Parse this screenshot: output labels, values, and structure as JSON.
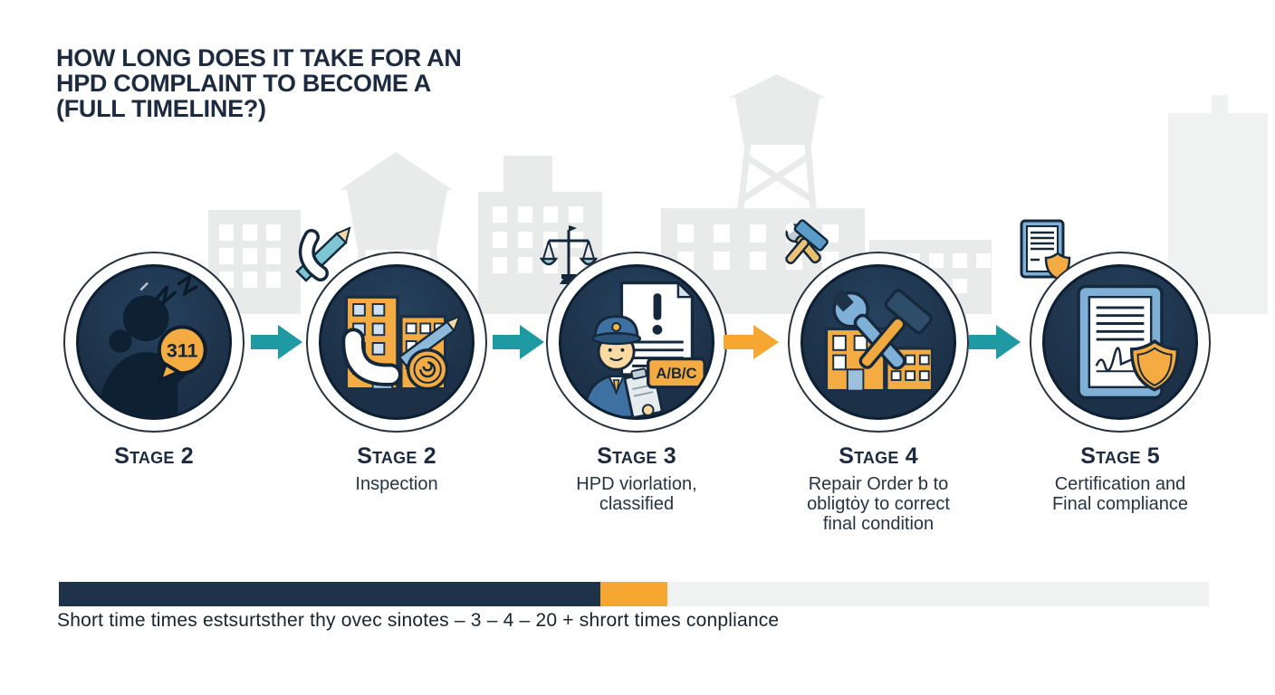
{
  "title": {
    "line1": "HOW LONG DOES IT TAKE FOR AN",
    "line2": "HPD COMPLAINT TO BECOME A",
    "line3": "(FULL TIMELINE?)"
  },
  "stages": [
    {
      "label": "Stage 2",
      "sublabel_lines": [],
      "icon": "person-calling-311-icon",
      "badge": "311"
    },
    {
      "label": "Stage 2",
      "sublabel_lines": [
        "Inspection"
      ],
      "icon": "buildings-phone-inspection-icon",
      "mini_icon": "phone-pencil-icon"
    },
    {
      "label": "Stage 3",
      "sublabel_lines": [
        "HPD viorlation,",
        "classified"
      ],
      "icon": "inspector-violation-document-icon",
      "mini_icon": "justice-scales-icon",
      "tag": "A/B/C"
    },
    {
      "label": "Stage 4",
      "sublabel_lines": [
        "Repair Order ƅ to",
        "obligtȯy to correct",
        "final condition"
      ],
      "icon": "wrench-hammer-buildings-icon",
      "mini_icon": "crossed-tools-icon"
    },
    {
      "label": "Stage 5",
      "sublabel_lines": [
        "Certification and",
        "Final compliance"
      ],
      "icon": "certificate-shield-icon",
      "mini_icon": "document-shield-icon"
    }
  ],
  "arrows": [
    {
      "color": "#1f9aa3"
    },
    {
      "color": "#1f9aa3"
    },
    {
      "color": "#f5a731"
    },
    {
      "color": "#1f9aa3"
    }
  ],
  "timeline_bar": {
    "segments": [
      {
        "color": "#1e3349",
        "width_pct": 47.1
      },
      {
        "color": "#f5a731",
        "width_pct": 5.8
      },
      {
        "color": "#f0f1f1",
        "width_pct": 47.1
      }
    ]
  },
  "caption": "Short time times estsurtsther thy ovec sinotes – 3 – 4 – 20 + shrort times conpliance",
  "colors": {
    "title_text": "#1c2b3f",
    "circle_fill": "#1d3246",
    "circle_outline": "#25313e",
    "accent_orange": "#f3ab42",
    "accent_teal": "#1f9aa3",
    "skyline_gray": "#e9eaea"
  }
}
